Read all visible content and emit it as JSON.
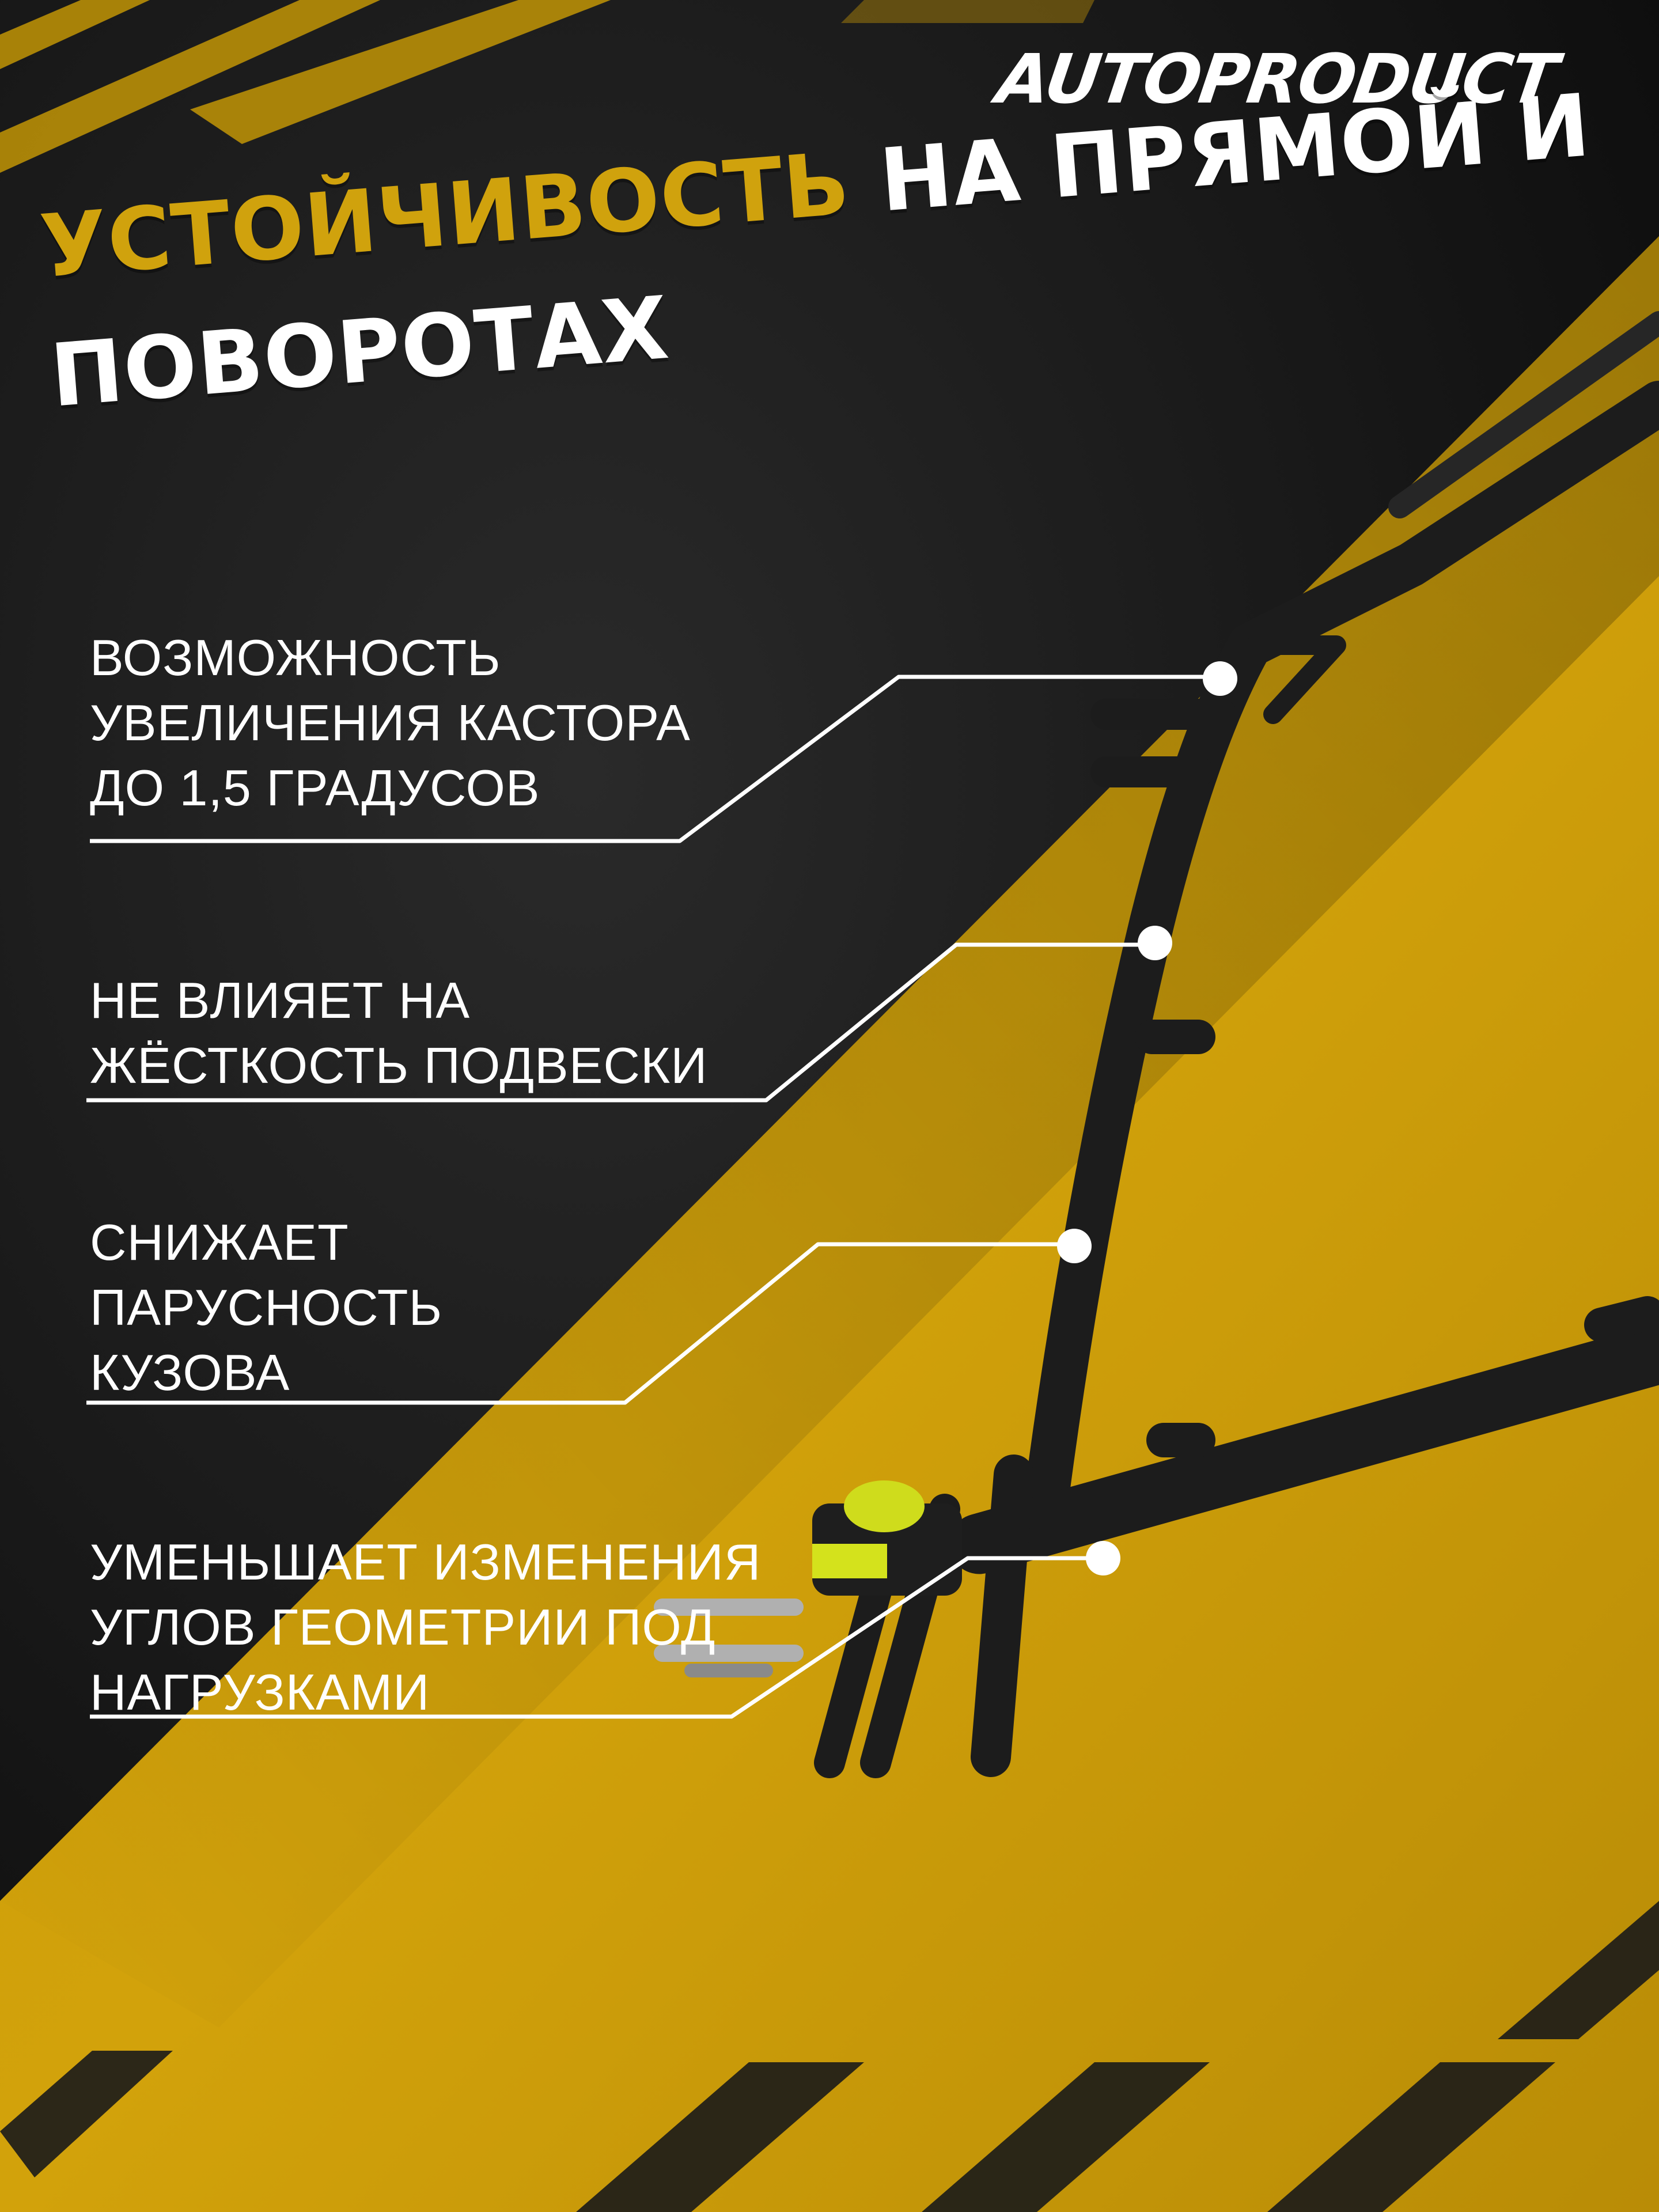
{
  "brand": {
    "logo_text": "AUTOPRODUCT"
  },
  "headline": {
    "accent": "УСТОЙЧИВОСТЬ",
    "rest": "НА ПРЯМОЙ И ПОВОРОТАХ"
  },
  "features": [
    {
      "lines": [
        "ВОЗМОЖНОСТЬ",
        "УВЕЛИЧЕНИЯ КАСТОРА",
        "ДО 1,5 ГРАДУСОВ"
      ]
    },
    {
      "lines": [
        "НЕ ВЛИЯЕТ НА",
        "ЖЁСТКОСТЬ ПОДВЕСКИ"
      ]
    },
    {
      "lines": [
        "СНИЖАЕТ",
        "ПАРУСНОСТЬ",
        "КУЗОВА"
      ]
    },
    {
      "lines": [
        "УМЕНЬШАЕТ ИЗМЕНЕНИЯ",
        "УГЛОВ ГЕОМЕТРИИ ПОД",
        "НАГРУЗКАМИ"
      ]
    }
  ],
  "colors": {
    "accent": "#d0a20d",
    "background_dark": "#161616",
    "frame": "#1e1e1e",
    "text": "#ffffff",
    "highlight": "#d4e21c"
  },
  "icons": [
    "product-frame-image",
    "hazard-stripes"
  ]
}
